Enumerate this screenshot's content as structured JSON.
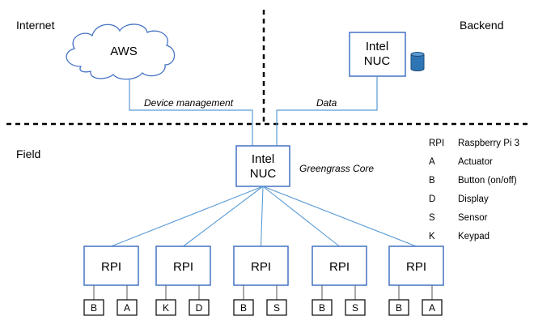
{
  "regions": {
    "internet": "Internet",
    "backend": "Backend",
    "field": "Field"
  },
  "nodes": {
    "aws": "AWS",
    "backend_nuc": [
      "Intel",
      "NUC"
    ],
    "core_nuc": [
      "Intel",
      "NUC"
    ],
    "greengrass": "Greengrass Core"
  },
  "edges": {
    "device_management": "Device management",
    "data": "Data"
  },
  "rpis": [
    {
      "label": "RPI",
      "devices": [
        "B",
        "A"
      ]
    },
    {
      "label": "RPI",
      "devices": [
        "K",
        "D"
      ]
    },
    {
      "label": "RPI",
      "devices": [
        "B",
        "S"
      ]
    },
    {
      "label": "RPI",
      "devices": [
        "B",
        "S"
      ]
    },
    {
      "label": "RPI",
      "devices": [
        "B",
        "A"
      ]
    }
  ],
  "legend": [
    {
      "abbr": "RPI",
      "meaning": "Raspberry Pi 3"
    },
    {
      "abbr": "A",
      "meaning": "Actuator"
    },
    {
      "abbr": "B",
      "meaning": "Button (on/off)"
    },
    {
      "abbr": "D",
      "meaning": "Display"
    },
    {
      "abbr": "S",
      "meaning": "Sensor"
    },
    {
      "abbr": "K",
      "meaning": "Keypad"
    }
  ],
  "colors": {
    "node_border": "#4472C4",
    "edge": "#5B9BD5",
    "divider": "#000000",
    "database": "#2E75B6"
  }
}
